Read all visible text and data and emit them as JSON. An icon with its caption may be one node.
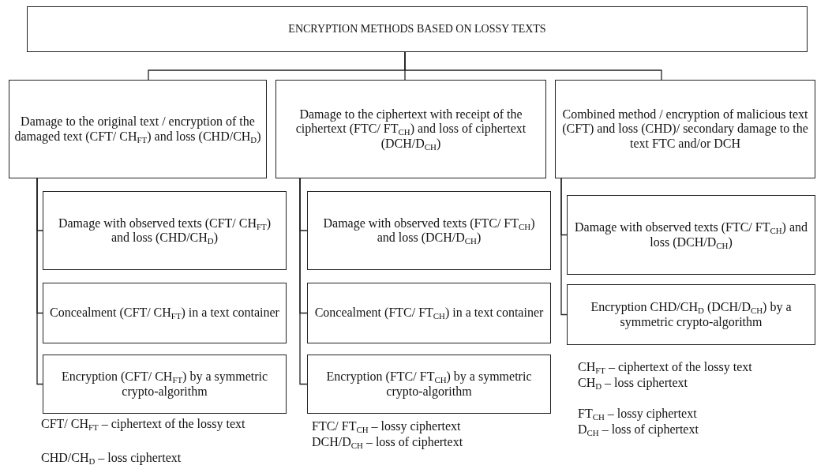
{
  "diagram": {
    "nodes": [
      {
        "text": [
          "ENCRYPTION METHODS BASED ON LOSSY TEXTS"
        ]
      },
      {
        "text": [
          "Damage to the original text / encryption of the damaged text (CFT/ CH$_{FT}$) and loss (CHD/CH$_{D}$)"
        ]
      },
      {
        "text": [
          "Damage to the ciphertext with receipt of the ciphertext (FTC/ FT$_{CH}$) and loss of ciphertext (DCH/D$_{CH}$)"
        ]
      },
      {
        "text": [
          "Combined method / encryption of malicious text (CFT) and loss (CHD)/ secondary damage to the text FTC and/or DCH"
        ]
      },
      {
        "text": [
          "Damage with observed texts (CFT/ CH$_{FT}$) and loss (CHD/CH$_{D}$)"
        ]
      },
      {
        "text": [
          "Concealment (CFT/ CH$_{FT}$) in a text container"
        ]
      },
      {
        "text": [
          "Encryption (CFT/ CH$_{FT}$) by a symmetric crypto-algorithm"
        ]
      },
      {
        "text": [
          "Damage with observed texts (FTC/ FT$_{CH}$) and loss (DCH/D$_{CH}$)"
        ]
      },
      {
        "text": [
          "Concealment (FTC/ FT$_{CH}$) in a text container"
        ]
      },
      {
        "text": [
          "Encryption (FTC/ FT$_{CH}$) by a symmetric crypto-algorithm"
        ]
      },
      {
        "text": [
          "Damage with observed texts (FTC/ FT$_{CH}$) and loss (DCH/D$_{CH}$)"
        ]
      },
      {
        "text": [
          "Encryption CHD/CH$_{D}$ (DCH/D$_{CH}$) by a symmetric crypto-algorithm"
        ]
      }
    ],
    "edges": [
      {
        "from": 0,
        "to": 1,
        "arrow": "none"
      },
      {
        "from": 0,
        "to": 2,
        "arrow": "none"
      },
      {
        "from": 0,
        "to": 3,
        "arrow": "none"
      },
      {
        "from": 1,
        "to": 4,
        "arrow": "none"
      },
      {
        "from": 1,
        "to": 5,
        "arrow": "none"
      },
      {
        "from": 1,
        "to": 6,
        "arrow": "none"
      },
      {
        "from": 2,
        "to": 7,
        "arrow": "none"
      },
      {
        "from": 2,
        "to": 8,
        "arrow": "none"
      },
      {
        "from": 2,
        "to": 9,
        "arrow": "none"
      },
      {
        "from": 3,
        "to": 10,
        "arrow": "none"
      },
      {
        "from": 3,
        "to": 11,
        "arrow": "none"
      }
    ],
    "labels": [
      "CFT/ CH$_{FT}$ – ciphertext of the lossy text",
      "CHD/CH$_{D}$ – loss ciphertext",
      "FTC/ FT$_{CH}$ – lossy ciphertext",
      "DCH/D$_{CH}$ – loss of ciphertext",
      "CH$_{FT}$ – ciphertext of the lossy text",
      "CH$_{D}$ – loss ciphertext",
      "FT$_{CH}$ – lossy ciphertext",
      "D$_{CH}$ – loss of ciphertext"
    ]
  }
}
